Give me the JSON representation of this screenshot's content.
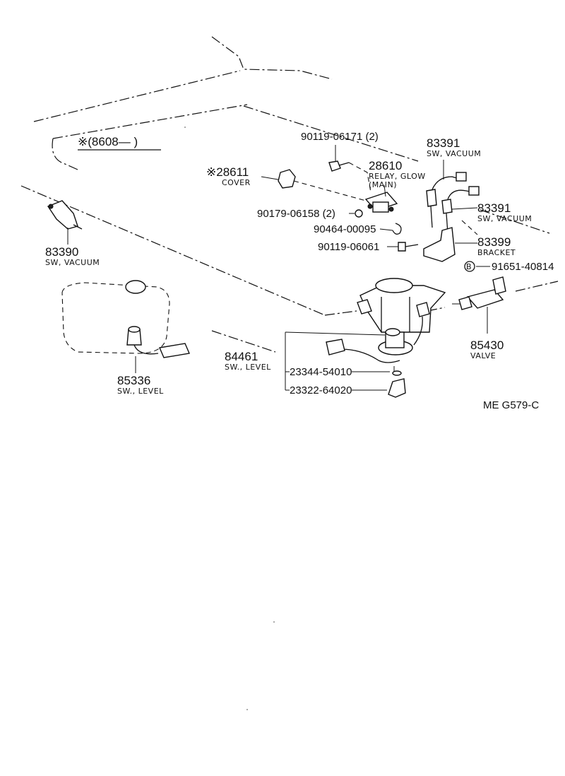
{
  "diagram": {
    "code": "ME  G579-C",
    "note_mark": "※(8608—      )",
    "bullet_b": "B",
    "parts": [
      {
        "id": "p-90119-06171",
        "number": "90119-06171 (2)",
        "desc": ""
      },
      {
        "id": "p-83391a",
        "number": "83391",
        "desc": "SW, VACUUM"
      },
      {
        "id": "p-28610",
        "number": "28610",
        "desc": "RELAY, GLOW",
        "desc2": "(MAIN)"
      },
      {
        "id": "p-28611",
        "number": "※28611",
        "desc": "COVER"
      },
      {
        "id": "p-90179-06158",
        "number": "90179-06158 (2)",
        "desc": ""
      },
      {
        "id": "p-83391b",
        "number": "83391",
        "desc": "SW, VACUUM"
      },
      {
        "id": "p-90464-00095",
        "number": "90464-00095",
        "desc": ""
      },
      {
        "id": "p-83399",
        "number": "83399",
        "desc": "BRACKET"
      },
      {
        "id": "p-90119-06061",
        "number": "90119-06061",
        "desc": ""
      },
      {
        "id": "p-91651-40814",
        "number": "91651-40814",
        "desc": ""
      },
      {
        "id": "p-83390",
        "number": "83390",
        "desc": "SW, VACUUM"
      },
      {
        "id": "p-85430",
        "number": "85430",
        "desc": "VALVE"
      },
      {
        "id": "p-84461",
        "number": "84461",
        "desc": "SW., LEVEL"
      },
      {
        "id": "p-23344-54010",
        "number": "23344-54010",
        "desc": ""
      },
      {
        "id": "p-23322-64020",
        "number": "23322-64020",
        "desc": ""
      },
      {
        "id": "p-85336",
        "number": "85336",
        "desc": "SW., LEVEL"
      }
    ]
  }
}
